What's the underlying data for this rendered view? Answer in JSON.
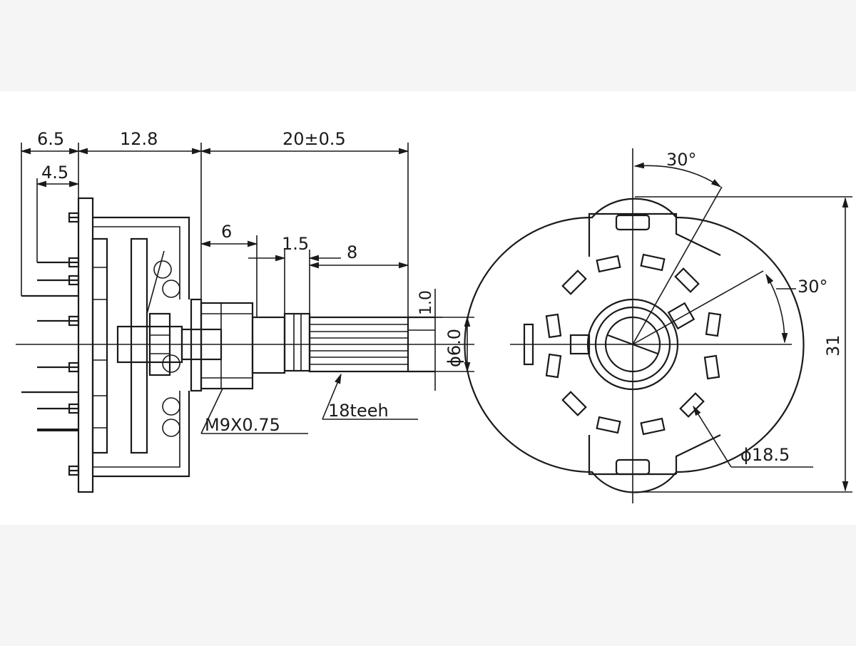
{
  "side_view": {
    "dim_65": "6.5",
    "dim_128": "12.8",
    "dim_20": "20±0.5",
    "dim_45": "4.5",
    "dim_6": "6",
    "dim_15": "1.5",
    "dim_8": "8",
    "dim_10": "1.0",
    "dim_dia6": "ϕ6.0",
    "thread": "M9X0.75",
    "teeth": "18teeh"
  },
  "front_view": {
    "angle_top": "30°",
    "angle_right": "30°",
    "height": "31",
    "dia": "ϕ18.5"
  }
}
